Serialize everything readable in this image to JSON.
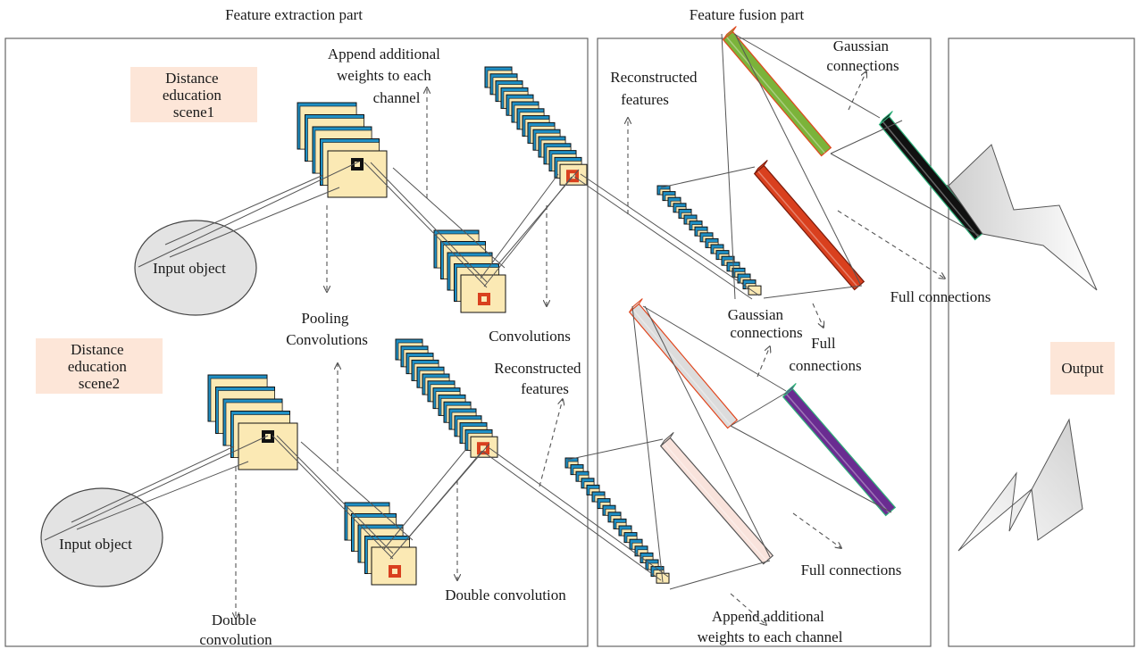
{
  "sections": {
    "extraction_title": "Feature extraction part",
    "fusion_title": "Feature fusion part",
    "output_label": "Output"
  },
  "scenes": {
    "scene1": [
      "Distance",
      "education",
      "scene1"
    ],
    "scene2": [
      "Distance",
      "education",
      "scene2"
    ]
  },
  "inputs": {
    "input1": "Input object",
    "input2": "Input object"
  },
  "annotations": {
    "append_weights_top": [
      "Append additional",
      "weights to each",
      "channel"
    ],
    "reconstructed_top": [
      "Reconstructed",
      "features"
    ],
    "gaussian_top": [
      "Gaussian",
      "connections"
    ],
    "pooling": [
      "Pooling",
      "Convolutions"
    ],
    "convolutions": "Convolutions",
    "reconstructed_mid": [
      "Reconstructed",
      "features"
    ],
    "gaussian_mid": [
      "Gaussian",
      "connections"
    ],
    "full_conn_mid": [
      "Full",
      "connections"
    ],
    "full_conn_right": "Full connections",
    "full_conn_bottom": "Full connections",
    "double_conv_mid": "Double convolution",
    "double_conv_bottom": [
      "Double",
      "convolution"
    ],
    "append_weights_bottom": [
      "Append additional",
      "weights to each channel"
    ]
  },
  "colors": {
    "feature_map_blue": "#1f8fc4",
    "feature_map_fill": "#fbe9b4",
    "scene_box": "#fde6d8",
    "green_bar": "#7bb33a",
    "black_bar": "#111111",
    "red_bar": "#d9401e",
    "purple_bar": "#6a2c91",
    "pink_bar": "#f9e3dc",
    "grey_bar": "#dcdcdc",
    "ellipse": "#e3e3e3"
  }
}
